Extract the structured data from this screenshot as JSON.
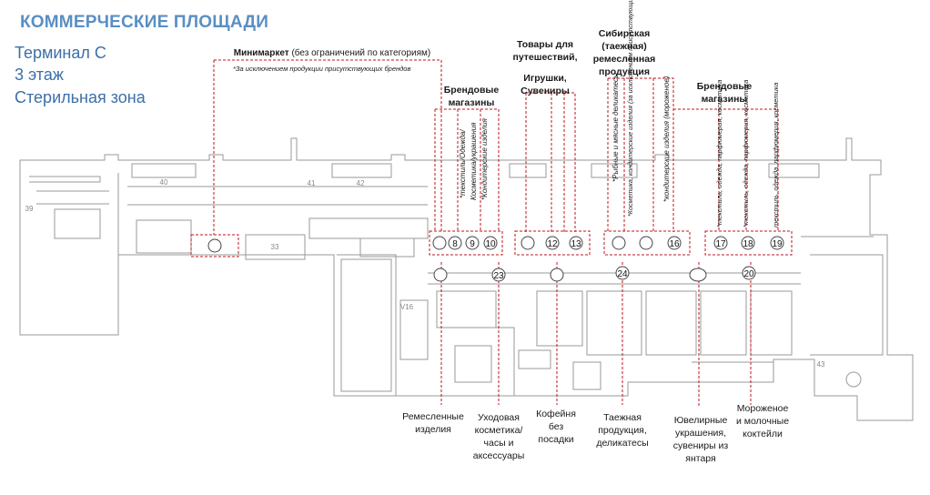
{
  "header": {
    "title": "КОММЕРЧЕСКИЕ ПЛОЩАДИ",
    "line1": "Терминал С",
    "line2": "3 этаж",
    "line3": "Стерильная зона"
  },
  "top_labels": {
    "minimarket_bold": "Минимаркет",
    "minimarket_rest": " (без ограничений по категориям)",
    "minimarket_note": "*За исключением продукции присутствующих брендов",
    "brand1": "Брендовые магазины",
    "travel": "Товары для путешествий,",
    "toys": "Игрушки, Сувениры",
    "siberian": "Сибирская (таежная) ремесленная продукция",
    "brand2": "Брендовые магазины"
  },
  "vertical_labels": {
    "v8": "*текстиль/Одежда/",
    "v9": "Косметика/украшения",
    "v10": "*Кондитерские изделия",
    "v16a": "*Рыбные и мясные деликатесы",
    "v16b": "*Косметика, кондитерские изделия (за исключением присутствующих брендов)",
    "v16c": "*кондитерские изделия (мороженое)",
    "v17": "*текстиль, одежда, парфюмерия, косметика",
    "v18": "*текстиль, одежда, парфюмерия, косметика",
    "v19": "текстиль, одежда, парфюмерия, косметика"
  },
  "bottom_labels": {
    "crafts": "Ремесленные изделия",
    "cosmetics": "Уходовая косметика/ часы и аксессуары",
    "coffee": "Кофейня без посадки",
    "taiga": "Таежная продукция, деликатесы",
    "jewelry": "Ювелирные украшения, сувениры из янтаря",
    "icecream": "Мороженое и молочные коктейли"
  },
  "units": {
    "u8": "8",
    "u9": "9",
    "u10": "10",
    "u12": "12",
    "u13": "13",
    "u16": "16",
    "u17": "17",
    "u18": "18",
    "u19": "19",
    "u20": "20",
    "u23": "23",
    "u24": "24"
  },
  "floor_numbers": {
    "f39": "39",
    "f40": "40",
    "f41": "41",
    "f42": "42",
    "f43": "43",
    "f33": "33",
    "v16": "V16"
  },
  "colors": {
    "title": "#5a8fc4",
    "subtitle": "#3c6fa8",
    "leader": "#c0161c",
    "plan_line": "#9a9a9a"
  }
}
